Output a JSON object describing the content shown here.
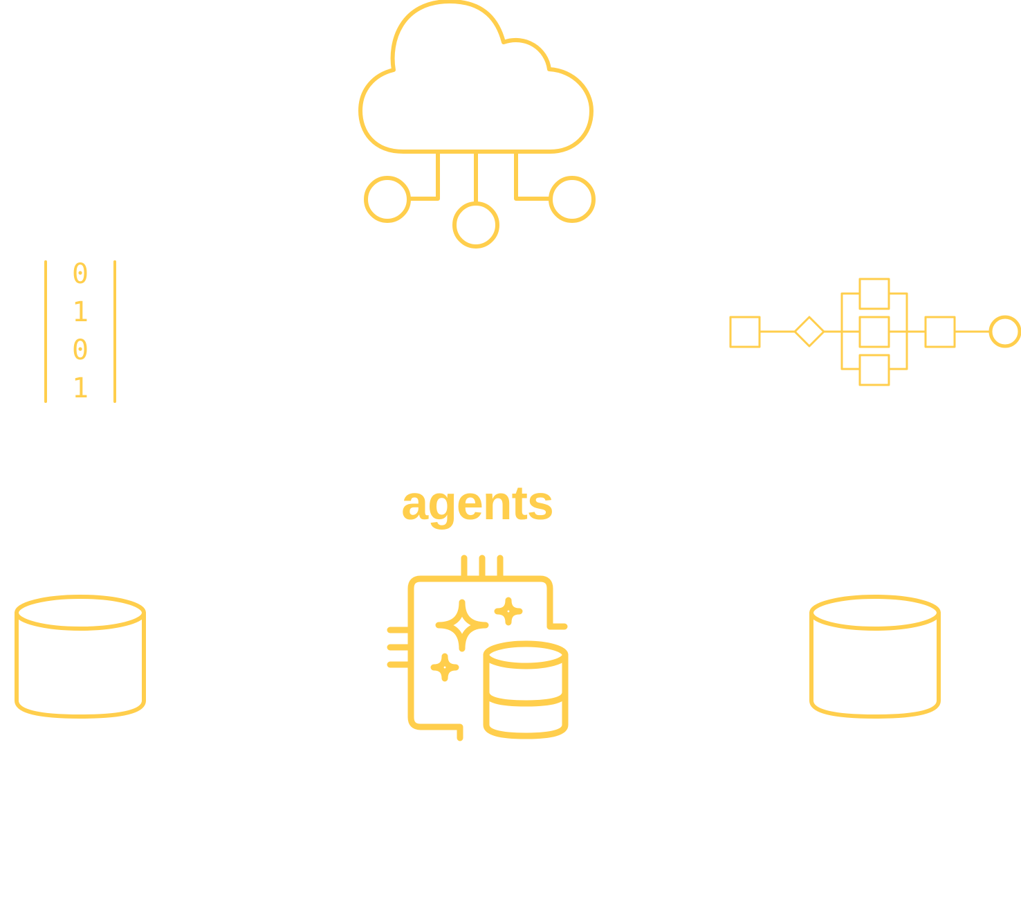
{
  "diagram": {
    "accent_color": "#FFCE4C",
    "background_color": "#FFFFFF",
    "center_label": "agents",
    "nodes": [
      {
        "id": "cloud",
        "icon": "cloud-network-icon",
        "position": "top-center"
      },
      {
        "id": "binary",
        "icon": "binary-data-icon",
        "position": "middle-left",
        "digits": [
          "0",
          "1",
          "0",
          "1"
        ]
      },
      {
        "id": "workflow",
        "icon": "workflow-process-icon",
        "position": "middle-right"
      },
      {
        "id": "agents",
        "icon": "ai-chip-database-icon",
        "position": "center",
        "label": "agents"
      },
      {
        "id": "db-left",
        "icon": "database-cylinder-icon",
        "position": "bottom-left"
      },
      {
        "id": "db-right",
        "icon": "database-cylinder-icon",
        "position": "bottom-right"
      }
    ]
  }
}
